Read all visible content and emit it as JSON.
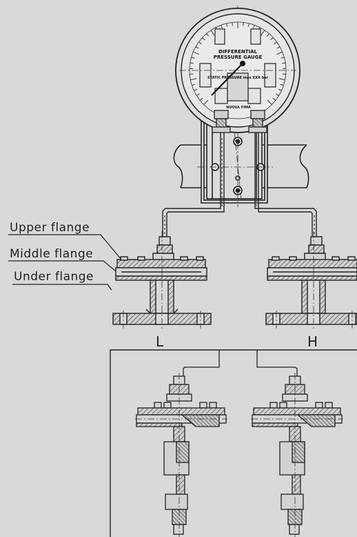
{
  "labels": {
    "upper_flange": "Upper flange",
    "middle_flange": "Middle flange",
    "under_flange": "Under flange",
    "low_side": "L",
    "high_side": "H"
  },
  "gauge": {
    "title_line1": "DIFFERENTIAL",
    "title_line2": "PRESSURE GAUGE",
    "range_text": "STATIC PRESSURE max XXX bar",
    "brand": "NUOVA FIMA"
  },
  "colors": {
    "background": "#d9d9d9",
    "line": "#222222",
    "hatch": "#555555",
    "gauge_face": "#e8e8e8"
  }
}
